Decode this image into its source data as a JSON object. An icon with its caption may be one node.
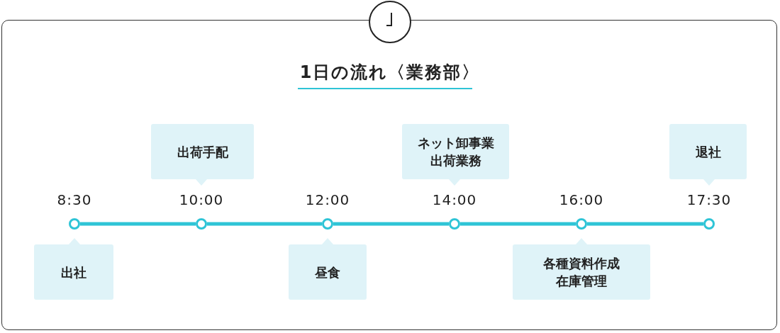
{
  "diagram": {
    "title": "1日の流れ〈業務部〉",
    "nodes": [
      {
        "text": [],
        "shape": "circle",
        "beside": [
          "8:30"
        ]
      },
      {
        "text": [],
        "shape": "circle",
        "beside": [
          "10:00"
        ]
      },
      {
        "text": [],
        "shape": "circle",
        "beside": [
          "12:00"
        ]
      },
      {
        "text": [],
        "shape": "circle",
        "beside": [
          "14:00"
        ]
      },
      {
        "text": [],
        "shape": "circle",
        "beside": [
          "16:00"
        ]
      },
      {
        "text": [],
        "shape": "circle",
        "beside": [
          "17:30"
        ]
      },
      {
        "text": [
          "出社"
        ]
      },
      {
        "text": [
          "出荷手配"
        ]
      },
      {
        "text": [
          "昼食"
        ]
      },
      {
        "text": [
          "ネット卸事業出荷業務"
        ]
      },
      {
        "text": [
          "各種資料作成在庫管理"
        ]
      },
      {
        "text": [
          "退社"
        ]
      }
    ],
    "edges": [
      {
        "from": 0,
        "to": 1,
        "arrow": "none"
      },
      {
        "from": 1,
        "to": 2,
        "arrow": "none"
      },
      {
        "from": 2,
        "to": 3,
        "arrow": "none"
      },
      {
        "from": 3,
        "to": 4,
        "arrow": "none"
      },
      {
        "from": 4,
        "to": 5,
        "arrow": "none"
      }
    ]
  }
}
